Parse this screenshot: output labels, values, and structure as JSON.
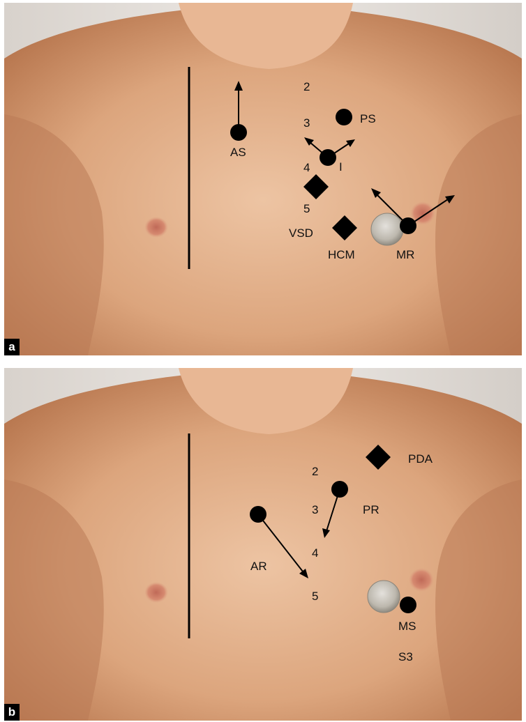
{
  "panel_a": {
    "tag": "a",
    "labels": {
      "intercostal_2": "2",
      "intercostal_3": "3",
      "intercostal_4": "4",
      "intercostal_5": "5",
      "as": "AS",
      "ps": "PS",
      "i": "I",
      "vsd": "VSD",
      "hcm": "HCM",
      "mr": "MR"
    }
  },
  "panel_b": {
    "tag": "b",
    "labels": {
      "intercostal_2": "2",
      "intercostal_3": "3",
      "intercostal_4": "4",
      "intercostal_5": "5",
      "pda": "PDA",
      "pr": "PR",
      "ar": "AR",
      "ms": "MS",
      "s3": "S3"
    }
  },
  "colors": {
    "skin_light": "#e7b895",
    "skin_mid": "#d49b74",
    "skin_shadow": "#a9694a",
    "background": "#e4e0dc",
    "marker": "#000000",
    "nipple": "#c87663",
    "coin": "#c9c5bd"
  }
}
